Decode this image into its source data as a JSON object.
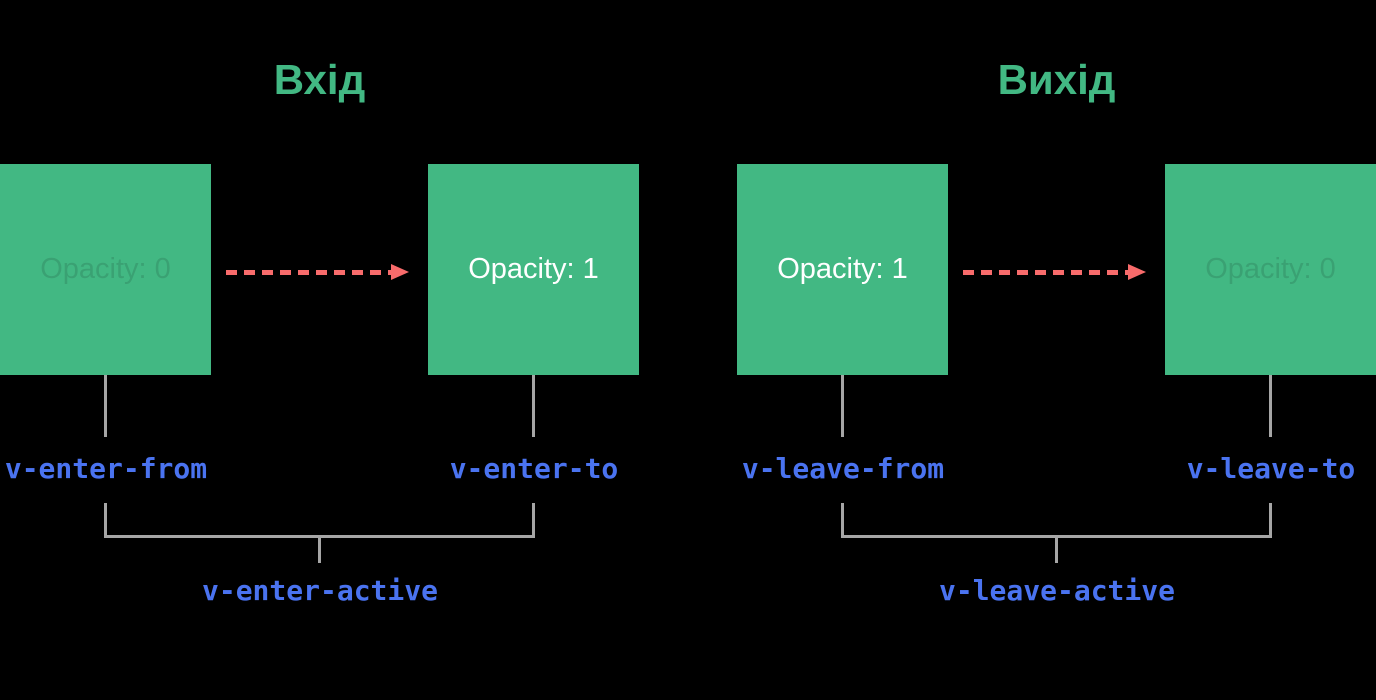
{
  "diagram": "vue-transition-classes",
  "colors": {
    "background": "#000000",
    "box_green": "#42b883",
    "title_green": "#42b883",
    "arrow_red": "#f86b6b",
    "class_label_blue": "#4a73f0",
    "connector_gray": "#a6a6a6",
    "box_text_white": "#ffffff"
  },
  "sections": [
    {
      "title": "Вхід",
      "from_box_label": "Opacity: 0",
      "from_box_faded": true,
      "to_box_label": "Opacity: 1",
      "to_box_faded": false,
      "from_class_label": "v-enter-from",
      "to_class_label": "v-enter-to",
      "active_class_label": "v-enter-active"
    },
    {
      "title": "Вихід",
      "from_box_label": "Opacity: 1",
      "from_box_faded": false,
      "to_box_label": "Opacity: 0",
      "to_box_faded": true,
      "from_class_label": "v-leave-from",
      "to_class_label": "v-leave-to",
      "active_class_label": "v-leave-active"
    }
  ]
}
